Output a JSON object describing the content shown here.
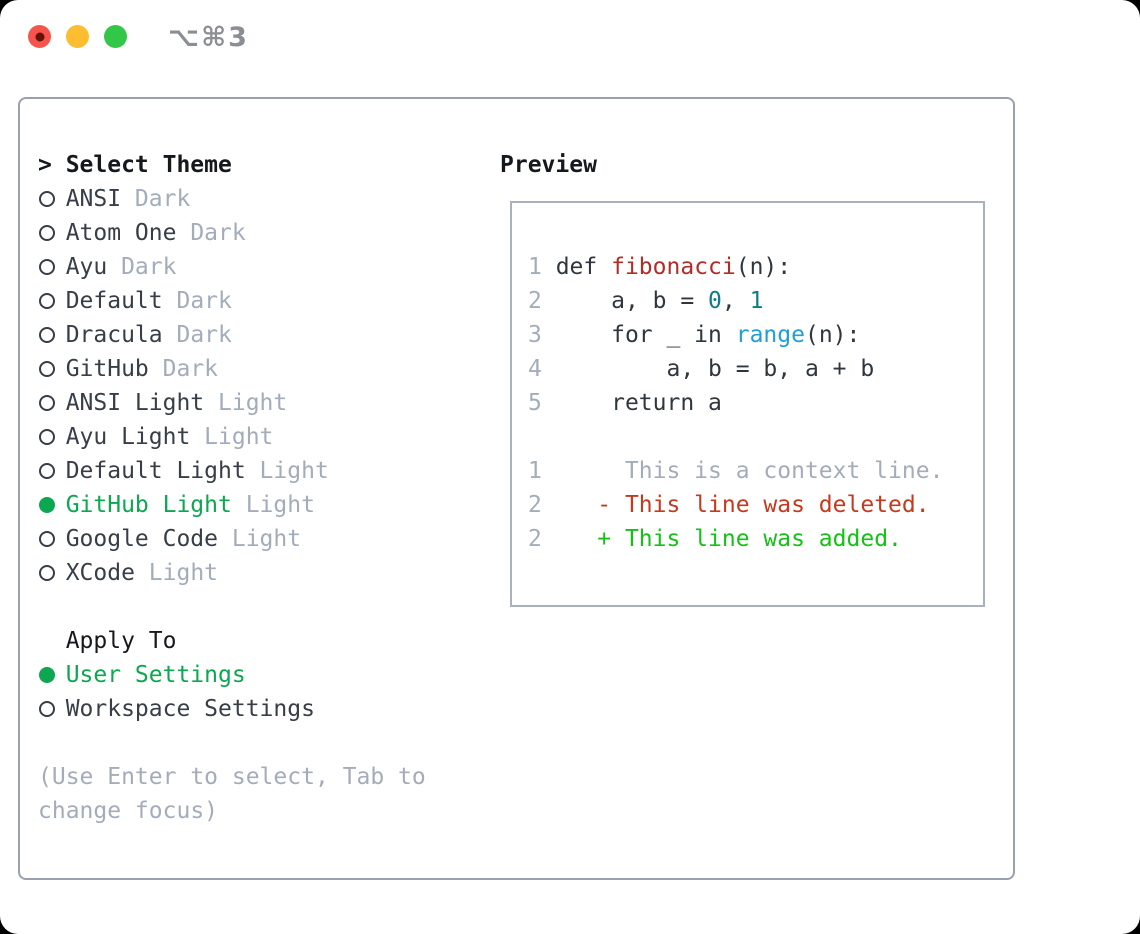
{
  "titlebar": {
    "shortcut": "⌥⌘3"
  },
  "left": {
    "header": {
      "caret": ">",
      "label": "Select Theme"
    },
    "themes": [
      {
        "name": "ANSI",
        "variant": "Dark",
        "selected": false
      },
      {
        "name": "Atom One",
        "variant": "Dark",
        "selected": false
      },
      {
        "name": "Ayu",
        "variant": "Dark",
        "selected": false
      },
      {
        "name": "Default",
        "variant": "Dark",
        "selected": false
      },
      {
        "name": "Dracula",
        "variant": "Dark",
        "selected": false
      },
      {
        "name": "GitHub",
        "variant": "Dark",
        "selected": false
      },
      {
        "name": "ANSI Light",
        "variant": "Light",
        "selected": false
      },
      {
        "name": "Ayu Light",
        "variant": "Light",
        "selected": false
      },
      {
        "name": "Default Light",
        "variant": "Light",
        "selected": false
      },
      {
        "name": "GitHub Light",
        "variant": "Light",
        "selected": true
      },
      {
        "name": "Google Code",
        "variant": "Light",
        "selected": false
      },
      {
        "name": "XCode",
        "variant": "Light",
        "selected": false
      }
    ],
    "apply_to": {
      "label": "Apply To",
      "options": [
        {
          "label": "User Settings",
          "selected": true
        },
        {
          "label": "Workspace Settings",
          "selected": false
        }
      ]
    },
    "hint_lines": [
      "(Use Enter to select, Tab to",
      "change focus)"
    ]
  },
  "preview": {
    "title": "Preview",
    "lines": [
      [
        [
          "num",
          "1"
        ],
        [
          "pl",
          " def "
        ],
        [
          "fn",
          "fibonacci"
        ],
        [
          "pl",
          "(n):"
        ]
      ],
      [
        [
          "num",
          "2"
        ],
        [
          "pl",
          "     a, b = "
        ],
        [
          "lit",
          "0"
        ],
        [
          "pl",
          ", "
        ],
        [
          "lit",
          "1"
        ]
      ],
      [
        [
          "num",
          "3"
        ],
        [
          "pl",
          "     for _ in "
        ],
        [
          "call",
          "range"
        ],
        [
          "pl",
          "(n):"
        ]
      ],
      [
        [
          "num",
          "4"
        ],
        [
          "pl",
          "         a, b = b, a + b"
        ]
      ],
      [
        [
          "num",
          "5"
        ],
        [
          "pl",
          "     return a"
        ]
      ],
      [],
      [
        [
          "ctx",
          "1      This is a context line."
        ]
      ],
      [
        [
          "num",
          "2"
        ],
        [
          "pl",
          "    "
        ],
        [
          "del",
          "- This line was deleted."
        ]
      ],
      [
        [
          "num",
          "2"
        ],
        [
          "pl",
          "    "
        ],
        [
          "add",
          "+ This line was added."
        ]
      ]
    ]
  },
  "colors": {
    "window_bg": "#ffffff",
    "page_bg": "#000000",
    "panel_border": "#98a2ae",
    "preview_border": "#a9b2bc",
    "text": "#373e48",
    "heading": "#15181c",
    "muted": "#a3adba",
    "accent_green": "#0ca750",
    "code_text": "#2f363e",
    "function_red": "#b12d28",
    "number_teal": "#0b7d89",
    "call_blue": "#1e9fd8",
    "diff_deleted": "#c43a1e",
    "diff_added": "#15c115",
    "traffic_red": "#f5554c",
    "traffic_red_dot": "#65120b",
    "traffic_yellow": "#fcbd30",
    "traffic_green": "#33c748",
    "shortcut_gray": "#8b8e93"
  }
}
